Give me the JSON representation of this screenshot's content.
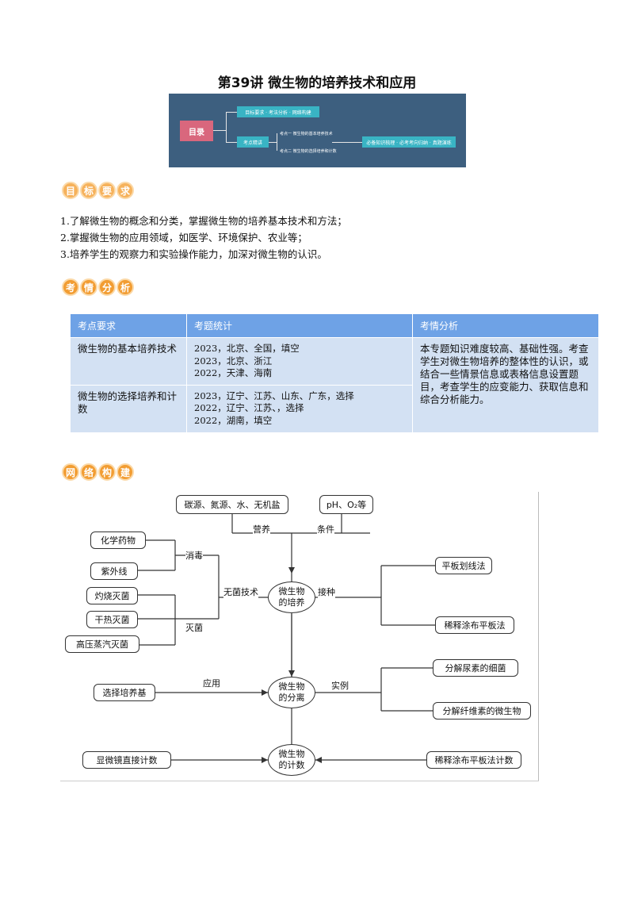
{
  "title": "第39讲  微生物的培养技术和应用",
  "toc": {
    "main": "目录",
    "b1": "目标要求 · 考法分析 · 网络构建",
    "b2": "考点精讲",
    "b3": "必备知识梳理 · 必考考向归纳 · 真题演练",
    "t1": "考点一 微生物的基本培养技术",
    "t2": "考点二 微生物的选择培养和计数"
  },
  "sections": {
    "goals_heading": [
      "目",
      "标",
      "要",
      "求"
    ],
    "analysis_heading": [
      "考",
      "情",
      "分",
      "析"
    ],
    "network_heading": [
      "网",
      "络",
      "构",
      "建"
    ]
  },
  "goals": [
    "1.了解微生物的概念和分类，掌握微生物的培养基本技术和方法；",
    "2.掌握微生物的应用领域，如医学、环境保护、农业等；",
    "3.培养学生的观察力和实验操作能力，加深对微生物的认识。"
  ],
  "table": {
    "headers": [
      "考点要求",
      "考题统计",
      "考情分析"
    ],
    "rows": [
      {
        "req": "微生物的基本培养技术",
        "stats": [
          "2023，北京、全国，填空",
          "2023，北京、浙江",
          "2022，天津、海南"
        ]
      },
      {
        "req": "微生物的选择培养和计数",
        "stats": [
          "2023，辽宁、江苏、山东、广东，选择",
          "2022，辽宁、江苏、，选择",
          "2022，湖南，填空"
        ]
      }
    ],
    "analysis": "本专题知识难度较高、基础性强。考查学生对微生物培养的整体性的认识，或结合一些情景信息或表格信息设置题目，考查学生的应变能力、获取信息和综合分析能力。"
  },
  "map": {
    "top_left": "碳源、氮源、水、无机盐",
    "top_right": "pH、O₂等",
    "nutrition": "营养",
    "condition": "条件",
    "disinfect": "消毒",
    "sterilize": "灭菌",
    "aseptic": "无菌技术",
    "inoculate": "接种",
    "apply": "应用",
    "example": "实例",
    "chem": "化学药物",
    "uv": "紫外线",
    "burn": "灼烧灭菌",
    "dry": "干热灭菌",
    "steam": "高压蒸汽灭菌",
    "culture": "微生物\n的培养",
    "separate": "微生物\n的分离",
    "count": "微生物\n的计数",
    "streak": "平板划线法",
    "spread": "稀释涂布平板法",
    "select_medium": "选择培养基",
    "urea": "分解尿素的细菌",
    "cellulose": "分解纤维素的微生物",
    "microscope": "显微镜直接计数",
    "spread_count": "稀释涂布平板法计数"
  }
}
